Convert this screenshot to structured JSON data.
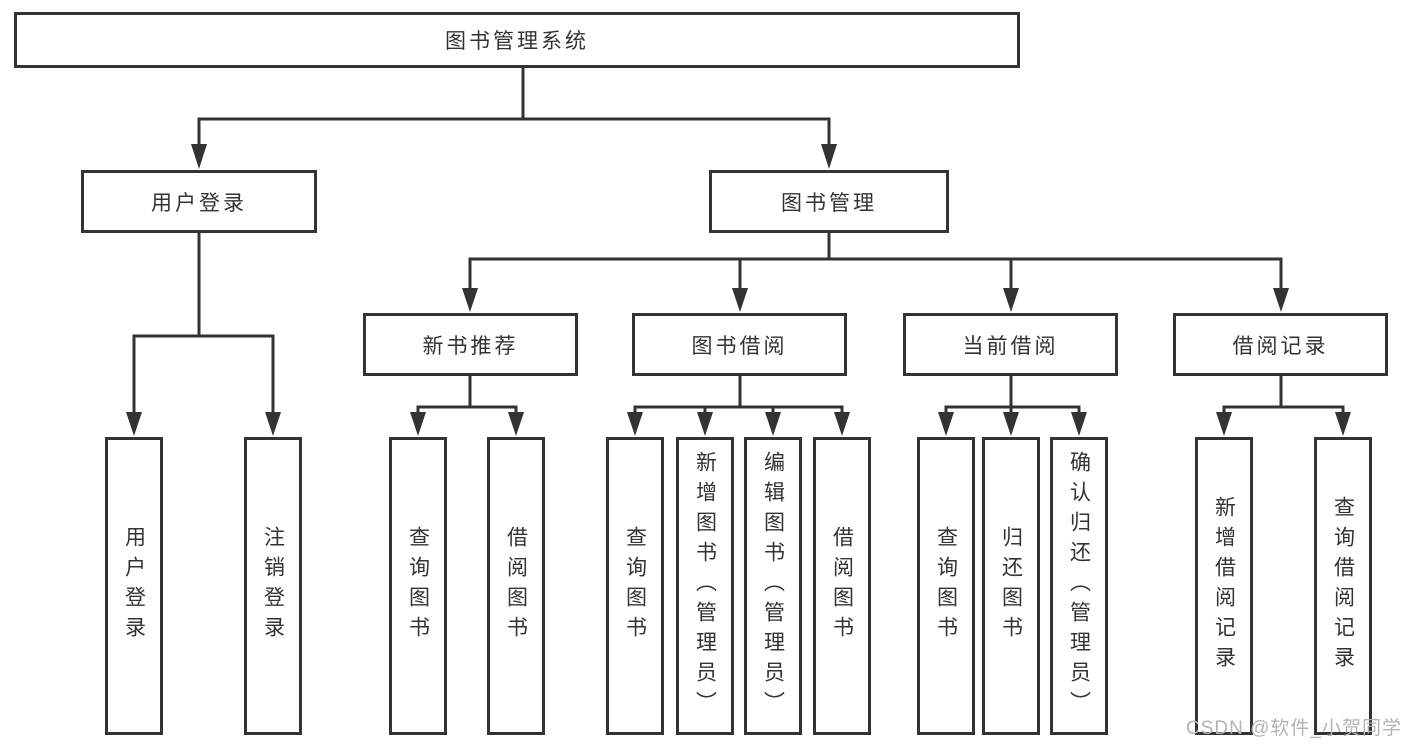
{
  "diagram": {
    "root": {
      "label": "图书管理系统"
    },
    "level2": [
      {
        "label": "用户登录"
      },
      {
        "label": "图书管理"
      }
    ],
    "level3": [
      {
        "label": "新书推荐"
      },
      {
        "label": "图书借阅"
      },
      {
        "label": "当前借阅"
      },
      {
        "label": "借阅记录"
      }
    ],
    "leaves": {
      "user_login": [
        "用户登录",
        "注销登录"
      ],
      "new_book": [
        "查询图书",
        "借阅图书"
      ],
      "book_borrow": [
        "查询图书",
        "新增图书（管理员）",
        "编辑图书（管理员）",
        "借阅图书"
      ],
      "current_borrow": [
        "查询图书",
        "归还图书",
        "确认归还（管理员）"
      ],
      "records": [
        "新增借阅记录",
        "查询借阅记录"
      ]
    }
  },
  "watermark": "CSDN @软件_小贺同学",
  "colors": {
    "line": "#333333",
    "text": "#333333",
    "watermark": "#b3b3b3",
    "background": "#ffffff"
  }
}
